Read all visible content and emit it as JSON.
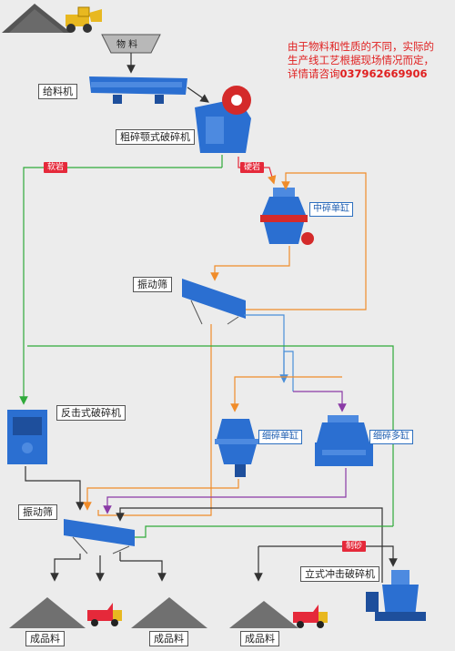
{
  "note": {
    "line1": "由于物料和性质的不同，实际的",
    "line2": "生产线工艺根据现场情况而定，",
    "line3_prefix": "详情请咨询",
    "phone": "037962669906"
  },
  "hopper_label": "物 料",
  "machines": {
    "feeder": "给料机",
    "jaw_crusher": "粗碎颚式破碎机",
    "cone_medium": "中碎单缸",
    "screen_1": "振动筛",
    "impact_crusher": "反击式破碎机",
    "cone_fine_single": "细碎单缸",
    "cone_fine_multi": "细碎多缸",
    "screen_2": "振动筛",
    "vsi": "立式冲击破碎机"
  },
  "tags": {
    "soft_rock": "软岩",
    "hard_rock": "硬岩",
    "sand_making": "制砂"
  },
  "products": [
    "成品料",
    "成品料",
    "成品料"
  ],
  "colors": {
    "green_line": "#2faa3a",
    "orange_line": "#f08c2a",
    "purple_line": "#8a3aa6",
    "blue_line": "#4a8fd8",
    "dark_line": "#333333",
    "machine_blue": "#2b6fd1",
    "accent_red": "#e5293a"
  }
}
